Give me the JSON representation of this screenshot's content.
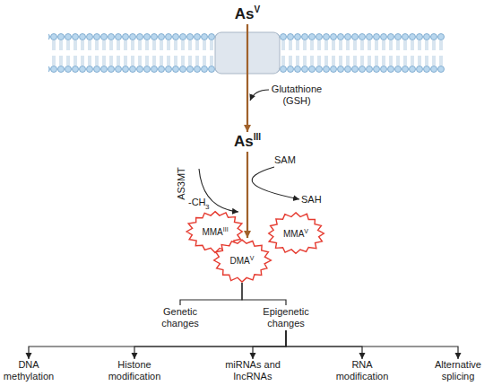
{
  "diagram": {
    "nodes": [
      {
        "text": [
          "As",
          "V"
        ]
      },
      {
        "text": [
          "As",
          "III"
        ]
      },
      {
        "text": [
          "MMA",
          "III"
        ]
      },
      {
        "text": [
          "MMA",
          "V"
        ]
      },
      {
        "text": [
          "DMA",
          "V"
        ]
      },
      {
        "text": [
          "Genetic changes"
        ]
      },
      {
        "text": [
          "Epigenetic changes"
        ]
      },
      {
        "text": [
          "DNA methylation"
        ]
      },
      {
        "text": [
          "Histone modification"
        ]
      },
      {
        "text": [
          "miRNAs and lncRNAs"
        ]
      },
      {
        "text": [
          "RNA modification"
        ]
      },
      {
        "text": [
          "Alternative splicing"
        ]
      }
    ],
    "edges": [
      {
        "from": 0,
        "to": 1,
        "arrow": "to"
      },
      {
        "from": 1,
        "to": 4,
        "arrow": "to"
      },
      {
        "from": 4,
        "to": 5,
        "arrow": "none"
      },
      {
        "from": 4,
        "to": 6,
        "arrow": "none"
      },
      {
        "from": 6,
        "to": 7,
        "arrow": "to"
      },
      {
        "from": 6,
        "to": 8,
        "arrow": "to"
      },
      {
        "from": 6,
        "to": 9,
        "arrow": "to"
      },
      {
        "from": 6,
        "to": 10,
        "arrow": "to"
      },
      {
        "from": 6,
        "to": 11,
        "arrow": "to"
      }
    ],
    "labels": [
      "Glutathione (GSH)",
      "AS3MT",
      "-CH",
      "3",
      "SAM",
      "SAH"
    ]
  }
}
